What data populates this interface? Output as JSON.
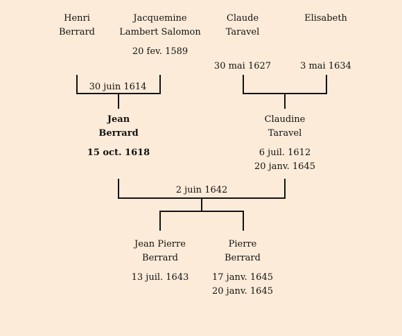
{
  "people": {
    "henri": {
      "first": "Henri",
      "last": "Berrard"
    },
    "jacquemine": {
      "first": "Jacquemine",
      "last": "Lambert Salomon",
      "date1": "20 fev. 1589"
    },
    "claude": {
      "first": "Claude",
      "last": "Taravel"
    },
    "elisabeth": {
      "first": "Elisabeth"
    },
    "jean": {
      "first": "Jean",
      "last": "Berrard",
      "date1": "15 oct. 1618"
    },
    "claudine": {
      "first": "Claudine",
      "last": "Taravel",
      "date1": "6 juil. 1612",
      "date2": "20 janv. 1645"
    },
    "jeanpierre": {
      "first": "Jean Pierre",
      "last": "Berrard",
      "date1": "13 juil. 1643"
    },
    "pierre": {
      "first": "Pierre",
      "last": "Berrard",
      "date1": "17 janv. 1645",
      "date2": "20 janv. 1645"
    }
  },
  "marriages": {
    "henri_jacquemine": "30 juin 1614",
    "jean_claudine": "2 juin 1642"
  },
  "extra_dates": {
    "claude": "30 mai 1627",
    "elisabeth": "3 mai 1634"
  },
  "colors": {
    "background": "#fcebd8",
    "lines": "#111111"
  }
}
